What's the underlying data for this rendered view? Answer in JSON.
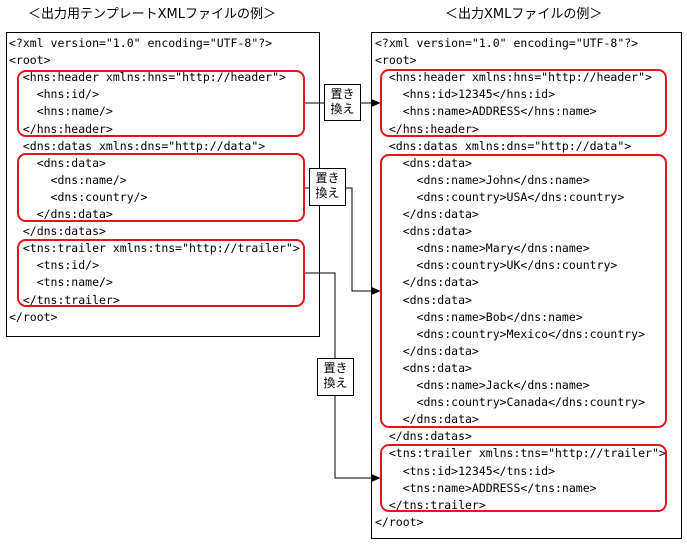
{
  "titles": {
    "left": "＜出力用テンプレートXMLファイルの例＞",
    "right": "＜出力XMLファイルの例＞"
  },
  "template_lines": [
    "<?xml version=\"1.0\" encoding=\"UTF-8\"?>",
    "<root>",
    "  <hns:header xmlns:hns=\"http://header\">",
    "    <hns:id/>",
    "    <hns:name/>",
    "  </hns:header>",
    "  <dns:datas xmlns:dns=\"http://data\">",
    "    <dns:data>",
    "      <dns:name/>",
    "      <dns:country/>",
    "    </dns:data>",
    "  </dns:datas>",
    "  <tns:trailer xmlns:tns=\"http://trailer\">",
    "    <tns:id/>",
    "    <tns:name/>",
    "  </tns:trailer>",
    "</root>"
  ],
  "output_lines": [
    "<?xml version=\"1.0\" encoding=\"UTF-8\"?>",
    "<root>",
    "  <hns:header xmlns:hns=\"http://header\">",
    "    <hns:id>12345</hns:id>",
    "    <hns:name>ADDRESS</hns:name>",
    "  </hns:header>",
    "  <dns:datas xmlns:dns=\"http://data\">",
    "    <dns:data>",
    "      <dns:name>John</dns:name>",
    "      <dns:country>USA</dns:country>",
    "    </dns:data>",
    "    <dns:data>",
    "      <dns:name>Mary</dns:name>",
    "      <dns:country>UK</dns:country>",
    "    </dns:data>",
    "    <dns:data>",
    "      <dns:name>Bob</dns:name>",
    "      <dns:country>Mexico</dns:country>",
    "    </dns:data>",
    "    <dns:data>",
    "      <dns:name>Jack</dns:name>",
    "      <dns:country>Canada</dns:country>",
    "    </dns:data>",
    "  </dns:datas>",
    "  <tns:trailer xmlns:tns=\"http://trailer\">",
    "    <tns:id>12345</tns:id>",
    "    <tns:name>ADDRESS</tns:name>",
    "  </tns:trailer>",
    "</root>"
  ],
  "replace_labels": [
    {
      "line1": "置き",
      "line2": "換え"
    },
    {
      "line1": "置き",
      "line2": "換え"
    },
    {
      "line1": "置き",
      "line2": "換え"
    }
  ],
  "colors": {
    "highlight": "#e8141c",
    "border": "#000000"
  }
}
